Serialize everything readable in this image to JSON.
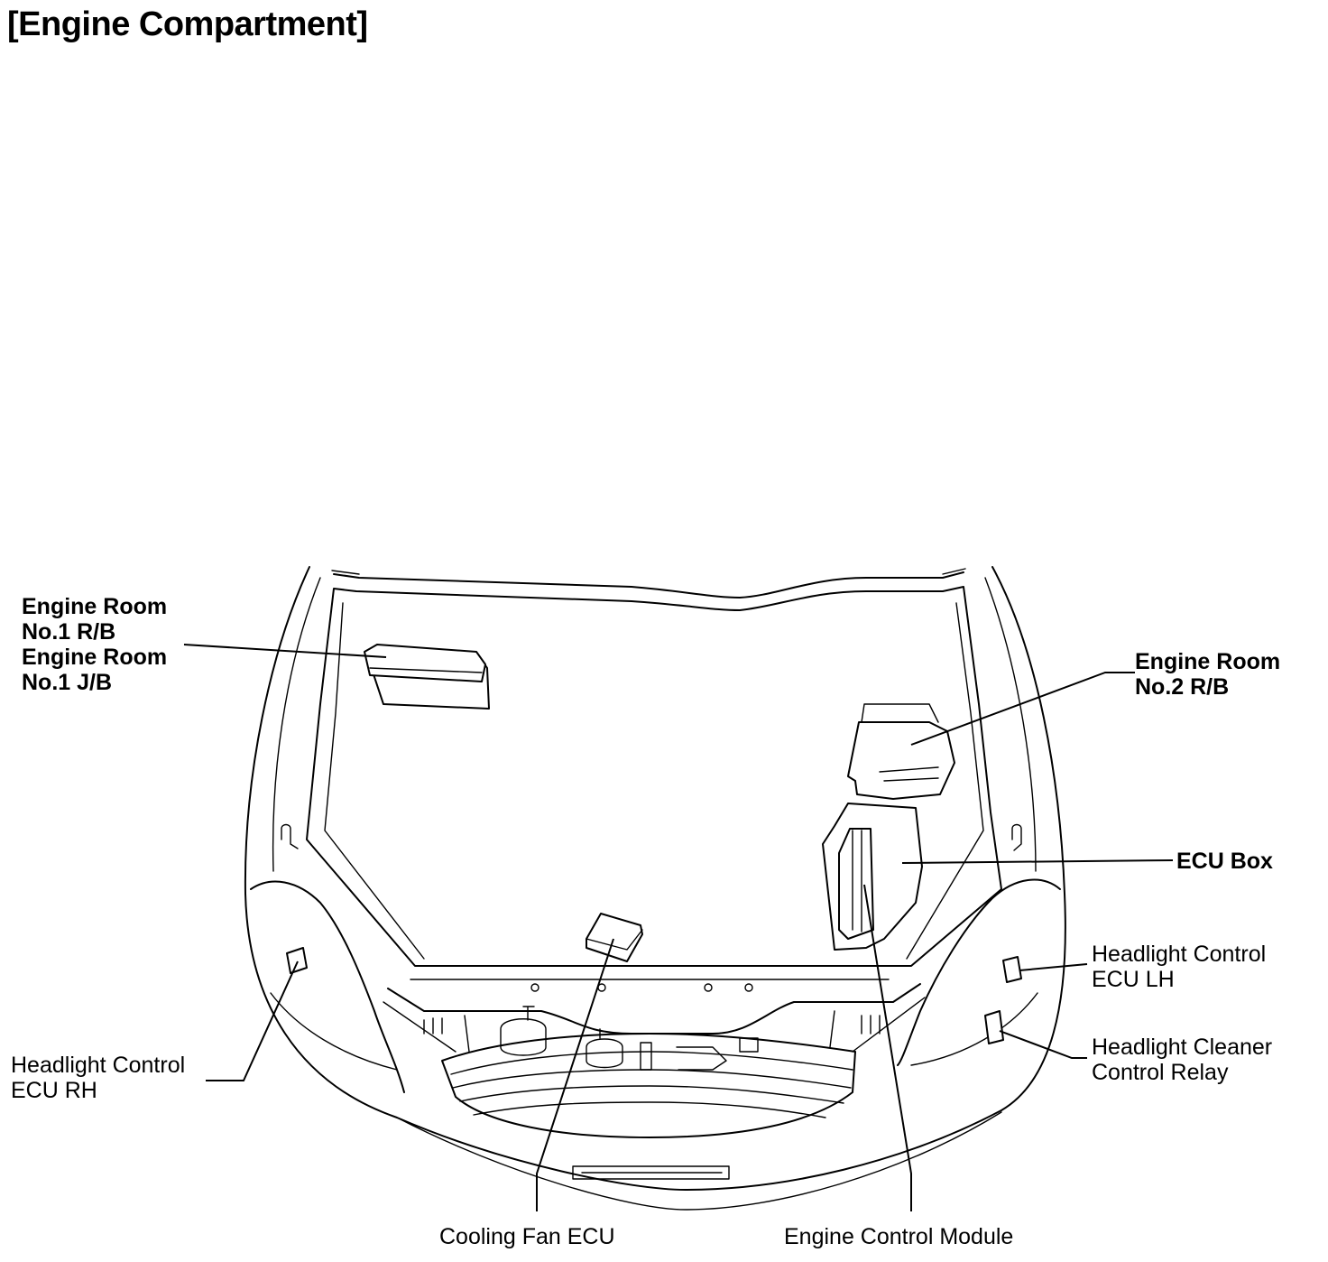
{
  "title": "[Engine Compartment]",
  "labels": {
    "engine_room_no1": [
      "Engine Room",
      "No.1 R/B",
      "Engine Room",
      "No.1 J/B"
    ],
    "engine_room_no2": [
      "Engine Room",
      "No.2 R/B"
    ],
    "ecu_box": "ECU Box",
    "headlight_control_ecu_lh": [
      "Headlight Control",
      "ECU LH"
    ],
    "headlight_cleaner_control_relay": [
      "Headlight Cleaner",
      "Control Relay"
    ],
    "headlight_control_ecu_rh": [
      "Headlight Control",
      "ECU RH"
    ],
    "cooling_fan_ecu": "Cooling Fan ECU",
    "engine_control_module": "Engine Control Module"
  }
}
